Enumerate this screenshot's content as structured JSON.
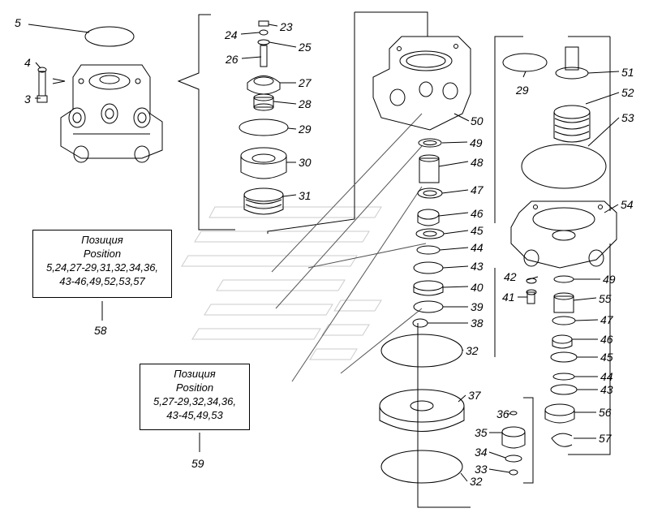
{
  "labels": {
    "l3": "3",
    "l4": "4",
    "l5": "5",
    "l23": "23",
    "l24": "24",
    "l25": "25",
    "l26": "26",
    "l27": "27",
    "l28": "28",
    "l29a": "29",
    "l30": "30",
    "l31": "31",
    "l50": "50",
    "l49a": "49",
    "l48": "48",
    "l47a": "47",
    "l46a": "46",
    "l45a": "45",
    "l44a": "44",
    "l43a": "43",
    "l40": "40",
    "l39": "39",
    "l38": "38",
    "l32a": "32",
    "l37": "37",
    "l32b": "32",
    "l29b": "29",
    "l51": "51",
    "l52": "52",
    "l53": "53",
    "l54": "54",
    "l42": "42",
    "l41": "41",
    "l49b": "49",
    "l55": "55",
    "l47b": "47",
    "l46b": "46",
    "l45b": "45",
    "l44b": "44",
    "l43b": "43",
    "l56": "56",
    "l57": "57",
    "l36": "36",
    "l35": "35",
    "l34": "34",
    "l33": "33"
  },
  "kits": [
    {
      "title_ru": "Позиция",
      "title_en": "Position",
      "line1": "5,24,27-29,31,32,34,36,",
      "line2": "43-46,49,52,53,57",
      "ref": "58"
    },
    {
      "title_ru": "Позиция",
      "title_en": "Position",
      "line1": "5,27-29,32,34,36,",
      "line2": "43-45,49,53",
      "ref": "59"
    }
  ]
}
